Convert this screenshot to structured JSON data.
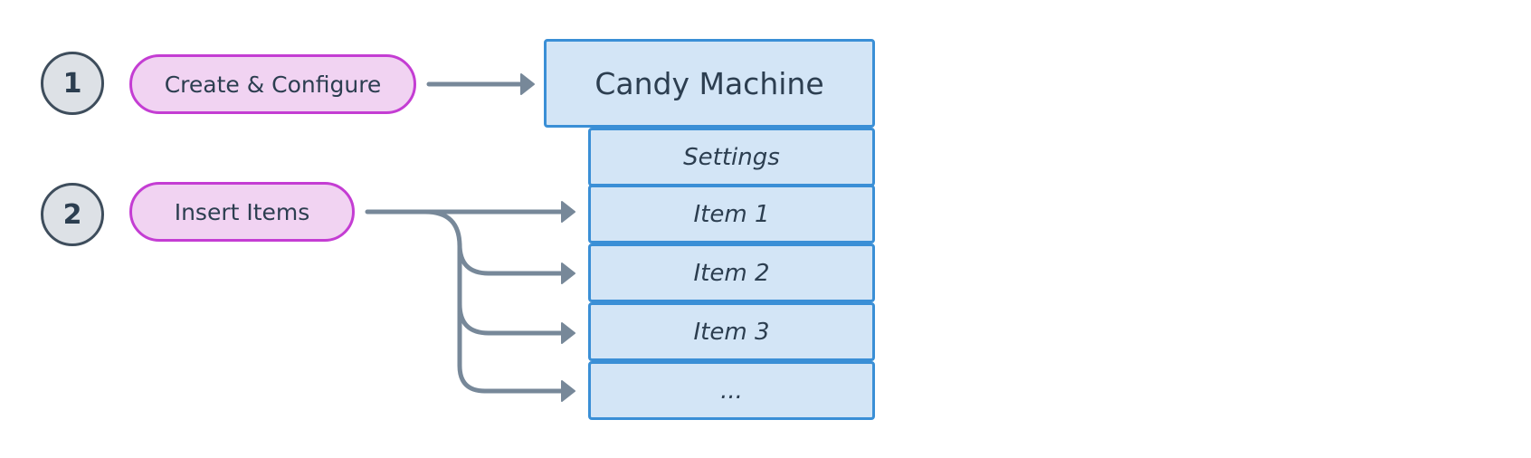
{
  "steps": [
    {
      "number": "1",
      "label": "Create & Configure"
    },
    {
      "number": "2",
      "label": "Insert Items"
    }
  ],
  "machine": {
    "title": "Candy Machine",
    "rows": [
      "Settings",
      "Item 1",
      "Item 2",
      "Item 3",
      "..."
    ]
  },
  "colors": {
    "step_circle_fill": "#dde1e6",
    "step_circle_stroke": "#3e4d5c",
    "pill_fill": "#f1d3f2",
    "pill_stroke": "#c43dd3",
    "box_fill": "#d3e5f6",
    "box_stroke": "#3a8fd6",
    "arrow": "#778899",
    "text": "#2c3e50"
  }
}
